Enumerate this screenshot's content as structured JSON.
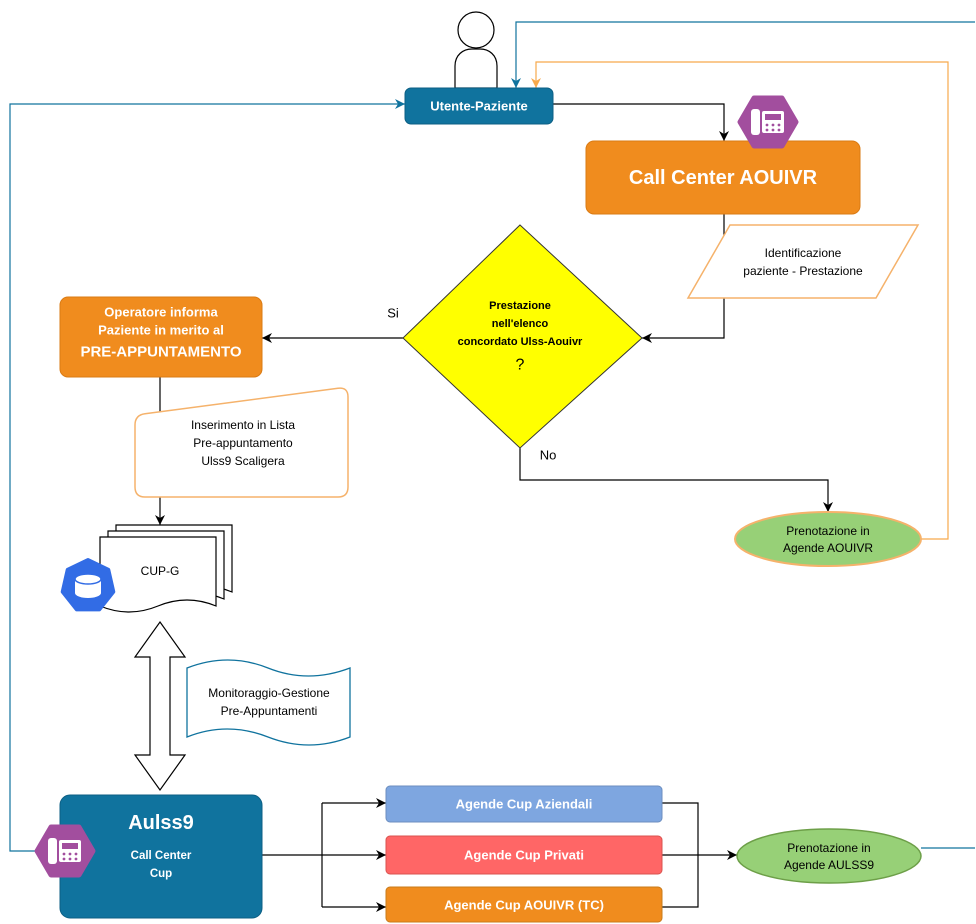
{
  "colors": {
    "teal": "#10739E",
    "orange": "#F08C1E",
    "light_orange_stroke": "#F5B26B",
    "decision_yellow": "#FFFF00",
    "green": "#97D077",
    "blue_agende": "#7EA6E0",
    "red_agende": "#FF6666",
    "phone_purple": "#A24E9E",
    "database_blue": "#326CE5",
    "white": "#FFFFFF"
  },
  "icons": {
    "user": "user-icon",
    "phone": "phone-icon",
    "database": "database-icon"
  },
  "nodes": {
    "utente": {
      "label": "Utente-Paziente"
    },
    "call_center_aouivr": {
      "label": "Call Center AOUIVR"
    },
    "identificazione": {
      "lines": [
        "Identificazione",
        "paziente - Prestazione"
      ]
    },
    "decisione": {
      "lines": [
        "Prestazione",
        "nell'elenco",
        "concordato Ulss-Aouivr"
      ],
      "mark": "?"
    },
    "operatore": {
      "lines": [
        "Operatore informa",
        "Paziente in merito al",
        "PRE-APPUNTAMENTO"
      ]
    },
    "inserimento": {
      "lines": [
        "Inserimento in Lista",
        "Pre-appuntamento",
        "Ulss9 Scaligera"
      ]
    },
    "cup_g": {
      "label": "CUP-G"
    },
    "monitoraggio": {
      "lines": [
        "Monitoraggio-Gestione",
        "Pre-Appuntamenti"
      ]
    },
    "aulss9": {
      "title": "Aulss9",
      "lines": [
        "Call Center",
        "Cup"
      ]
    },
    "agende_aziendali": {
      "label": "Agende Cup Aziendali"
    },
    "agende_privati": {
      "label": "Agende Cup Privati"
    },
    "agende_aouivr_tc": {
      "label": "Agende Cup AOUIVR (TC)"
    },
    "prenotazione_aouivr": {
      "lines": [
        "Prenotazione in",
        "Agende AOUIVR"
      ]
    },
    "prenotazione_aulss9": {
      "lines": [
        "Prenotazione in",
        "Agende AULSS9"
      ]
    }
  },
  "labels": {
    "si": "Si",
    "no": "No"
  }
}
